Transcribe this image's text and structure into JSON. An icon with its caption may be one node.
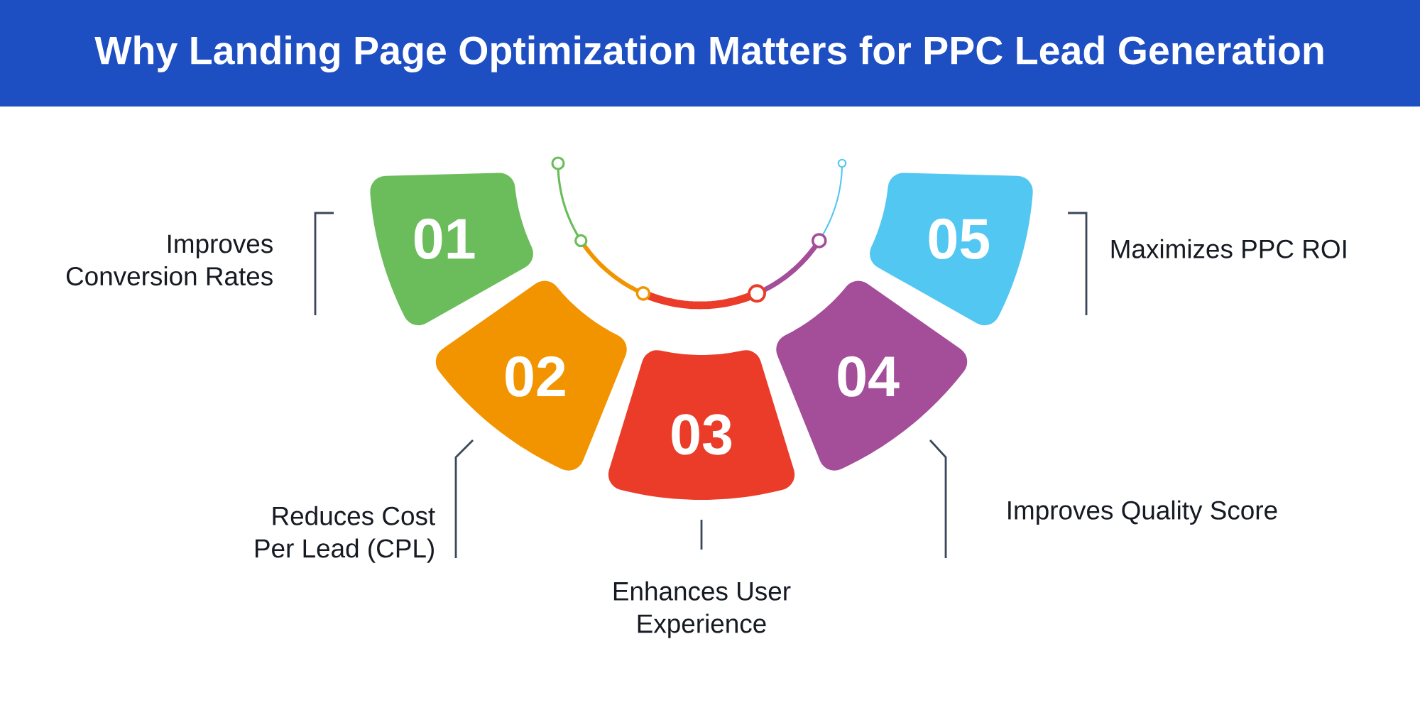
{
  "diagram": {
    "title": "Why Landing Page Optimization Matters for PPC Lead Generation",
    "nodes": [
      {
        "text": [
          "01"
        ],
        "beside": [
          "Improves Conversion Rates"
        ]
      },
      {
        "text": [
          "02"
        ],
        "beside": [
          "Reduces Cost Per Lead (CPL)"
        ]
      },
      {
        "text": [
          "03"
        ],
        "beside": [
          "Enhances User Experience"
        ]
      },
      {
        "text": [
          "04"
        ],
        "beside": [
          "Improves Quality Score"
        ]
      },
      {
        "text": [
          "05"
        ],
        "beside": [
          "Maximizes PPC ROI"
        ]
      }
    ]
  }
}
